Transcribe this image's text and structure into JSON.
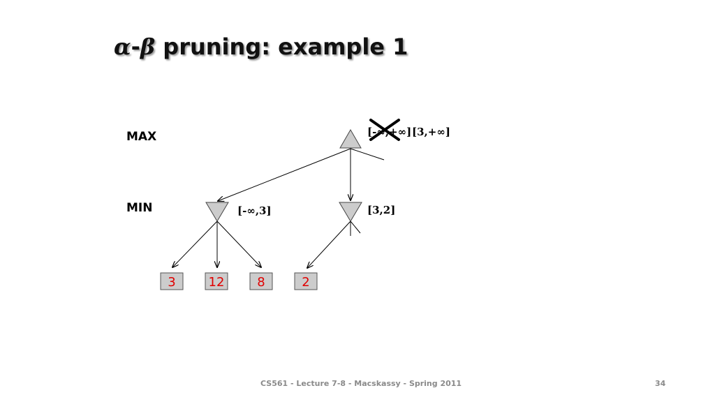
{
  "slide": {
    "title_alpha": "α",
    "title_dash": "-",
    "title_beta": "β",
    "title_rest": " pruning: example 1",
    "footer": "CS561 - Lecture 7-8 - Macskassy - Spring 2011",
    "page_number": "34"
  },
  "levels": {
    "max": "MAX",
    "min": "MIN"
  },
  "tree": {
    "root": {
      "old_interval": "[-∞,+∞]",
      "new_interval": "[3,+∞]"
    },
    "min_left": {
      "interval": "[-∞,3]"
    },
    "min_right": {
      "interval": "[3,2]"
    },
    "leaves": [
      "3",
      "12",
      "8",
      "2"
    ]
  },
  "colors": {
    "node_fill": "#cccccc",
    "leaf_text": "#e00000",
    "footer_text": "#8a8a8a"
  }
}
